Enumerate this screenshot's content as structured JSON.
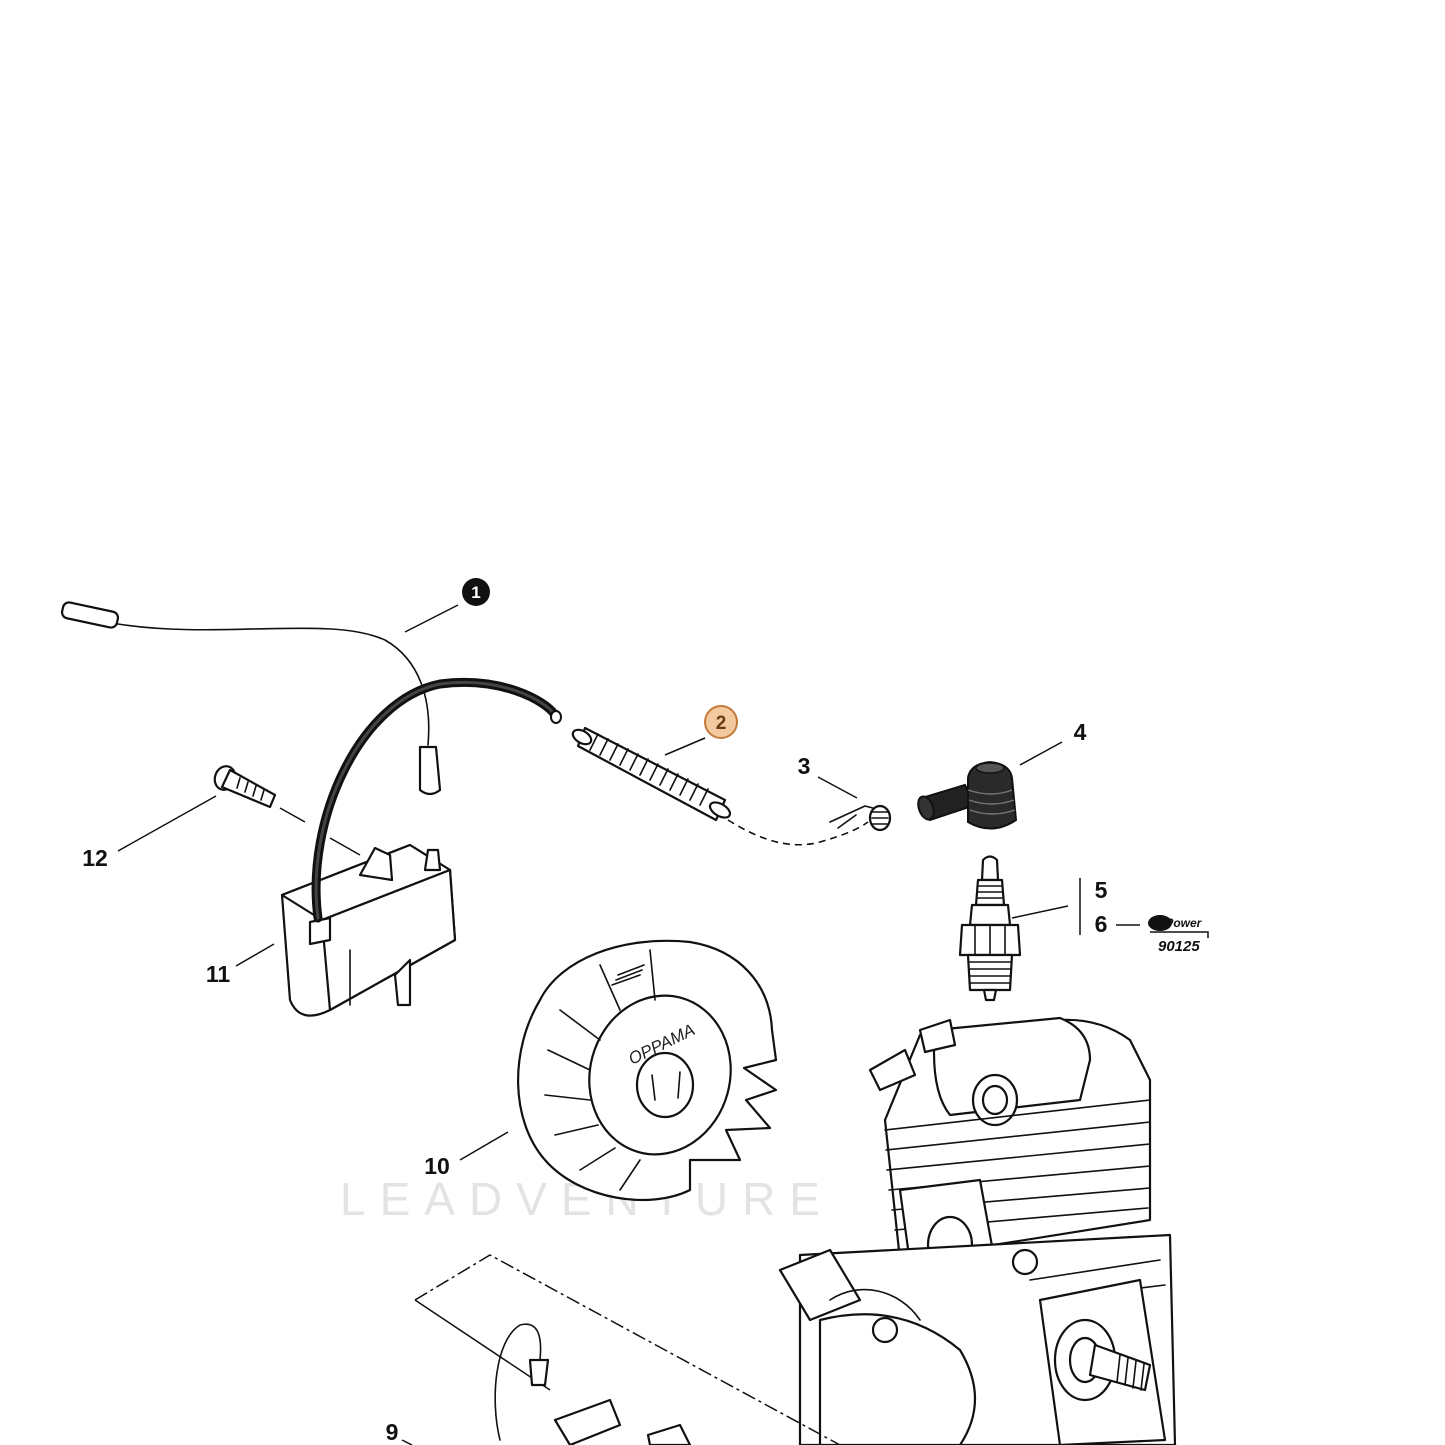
{
  "callouts": [
    {
      "id": "1",
      "highlight": false,
      "filled": true
    },
    {
      "id": "2",
      "highlight": true,
      "filled": false
    },
    {
      "id": "3",
      "highlight": false,
      "filled": false
    },
    {
      "id": "4",
      "highlight": false,
      "filled": false
    },
    {
      "id": "5",
      "highlight": false,
      "filled": false
    },
    {
      "id": "6",
      "highlight": false,
      "filled": false
    },
    {
      "id": "9",
      "highlight": false,
      "filled": false
    },
    {
      "id": "10",
      "highlight": false,
      "filled": false
    },
    {
      "id": "11",
      "highlight": false,
      "filled": false
    },
    {
      "id": "12",
      "highlight": false,
      "filled": false
    }
  ],
  "repower_badge": {
    "brand": "RePower",
    "code": "90125"
  },
  "flywheel_logo": "OPPAMA",
  "watermark": "LEADVENTURE",
  "colors": {
    "highlight_fill": "#f3c9a0",
    "highlight_stroke": "#c47a3a",
    "line": "#111111",
    "watermark": "#e3e3e3"
  }
}
